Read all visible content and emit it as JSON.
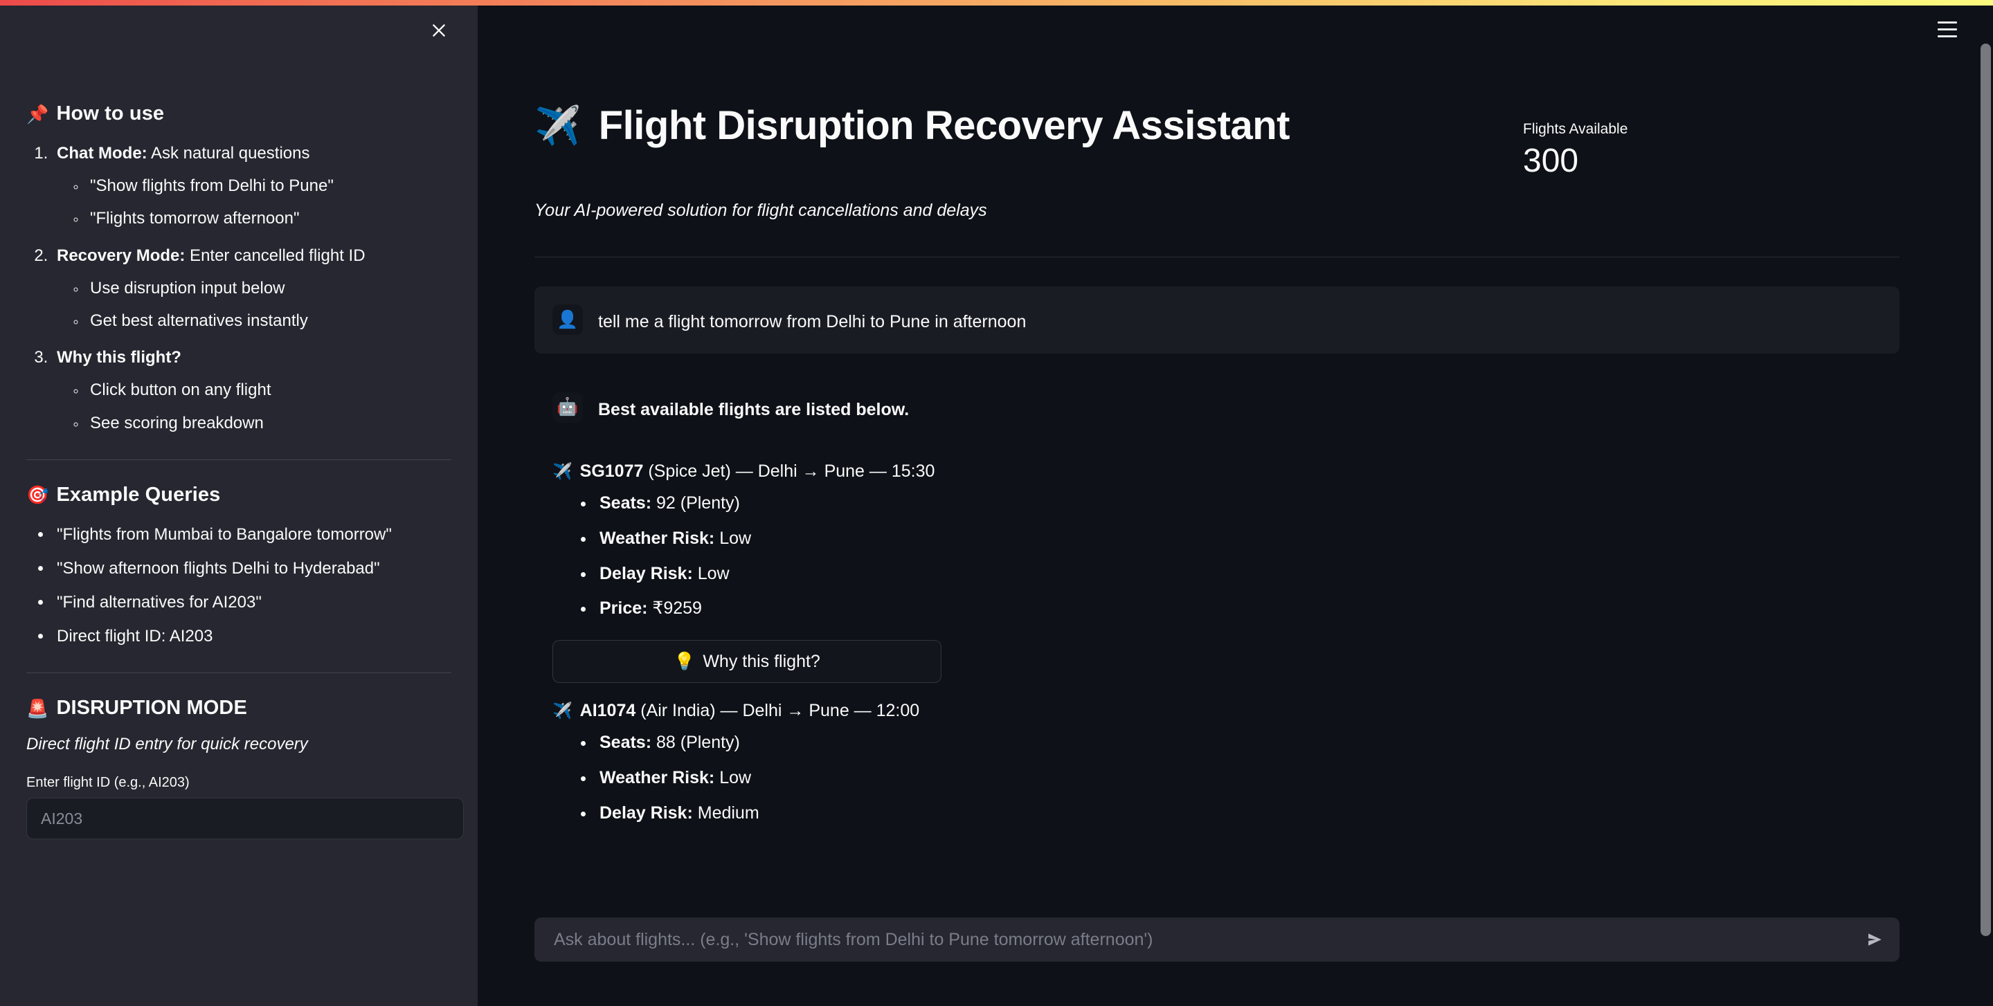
{
  "window": {
    "hamburger_icon": "hamburger-menu-icon",
    "accent_gradient_start": "#EC4A4A",
    "accent_gradient_end": "#FAFA7E",
    "sidebar_bg": "#262730",
    "main_bg": "#0E1117"
  },
  "sidebar": {
    "close_icon": "close-icon",
    "how_to_use": {
      "emoji": "📌",
      "title": "How to use",
      "steps": [
        {
          "label": "Chat Mode:",
          "text": " Ask natural questions",
          "sub": [
            "\"Show flights from Delhi to Pune\"",
            "\"Flights tomorrow afternoon\""
          ]
        },
        {
          "label": "Recovery Mode:",
          "text": " Enter cancelled flight ID",
          "sub": [
            "Use disruption input below",
            "Get best alternatives instantly"
          ]
        },
        {
          "label": "Why this flight?",
          "text": "",
          "sub": [
            "Click button on any flight",
            "See scoring breakdown"
          ]
        }
      ]
    },
    "example_queries": {
      "emoji": "🎯",
      "title": "Example Queries",
      "items": [
        "\"Flights from Mumbai to Bangalore tomorrow\"",
        "\"Show afternoon flights Delhi to Hyderabad\"",
        "\"Find alternatives for AI203\"",
        "Direct flight ID: AI203"
      ]
    },
    "disruption": {
      "emoji": "🚨",
      "title": "DISRUPTION MODE",
      "subtitle": "Direct flight ID entry for quick recovery",
      "input_label": "Enter flight ID (e.g., AI203)",
      "input_placeholder": "AI203",
      "input_value": ""
    }
  },
  "main": {
    "title": "Flight Disruption Recovery Assistant",
    "title_emoji": "✈️",
    "subtitle": "Your AI-powered solution for flight cancellations and delays",
    "metric": {
      "label": "Flights Available",
      "value": "300"
    },
    "messages": [
      {
        "role": "user",
        "avatar_icon": "user-avatar-icon",
        "avatar_glyph": "👤",
        "text": "tell me a flight tomorrow from Delhi to Pune in afternoon"
      },
      {
        "role": "assistant",
        "avatar_icon": "robot-avatar-icon",
        "avatar_glyph": "🤖",
        "text": "Best available flights are listed below."
      }
    ],
    "flights": [
      {
        "emoji": "✈️",
        "code": "SG1077",
        "headline_rest": "(Spice Jet) — Delhi → Pune — 15:30",
        "facts": [
          {
            "label": "Seats:",
            "value": " 92 (Plenty)"
          },
          {
            "label": "Weather Risk:",
            "value": " Low"
          },
          {
            "label": "Delay Risk:",
            "value": " Low"
          },
          {
            "label": "Price:",
            "value": " ₹9259"
          }
        ],
        "why_button": {
          "emoji": "💡",
          "label": "Why this flight?"
        }
      },
      {
        "emoji": "✈️",
        "code": "AI1074",
        "headline_rest": "(Air India) — Delhi → Pune — 12:00",
        "facts": [
          {
            "label": "Seats:",
            "value": " 88 (Plenty)"
          },
          {
            "label": "Weather Risk:",
            "value": " Low"
          },
          {
            "label": "Delay Risk:",
            "value": " Medium"
          }
        ],
        "why_button": null
      }
    ],
    "chat_input": {
      "placeholder": "Ask about flights... (e.g., 'Show flights from Delhi to Pune tomorrow afternoon')",
      "value": "",
      "send_icon": "send-arrow-icon"
    }
  }
}
